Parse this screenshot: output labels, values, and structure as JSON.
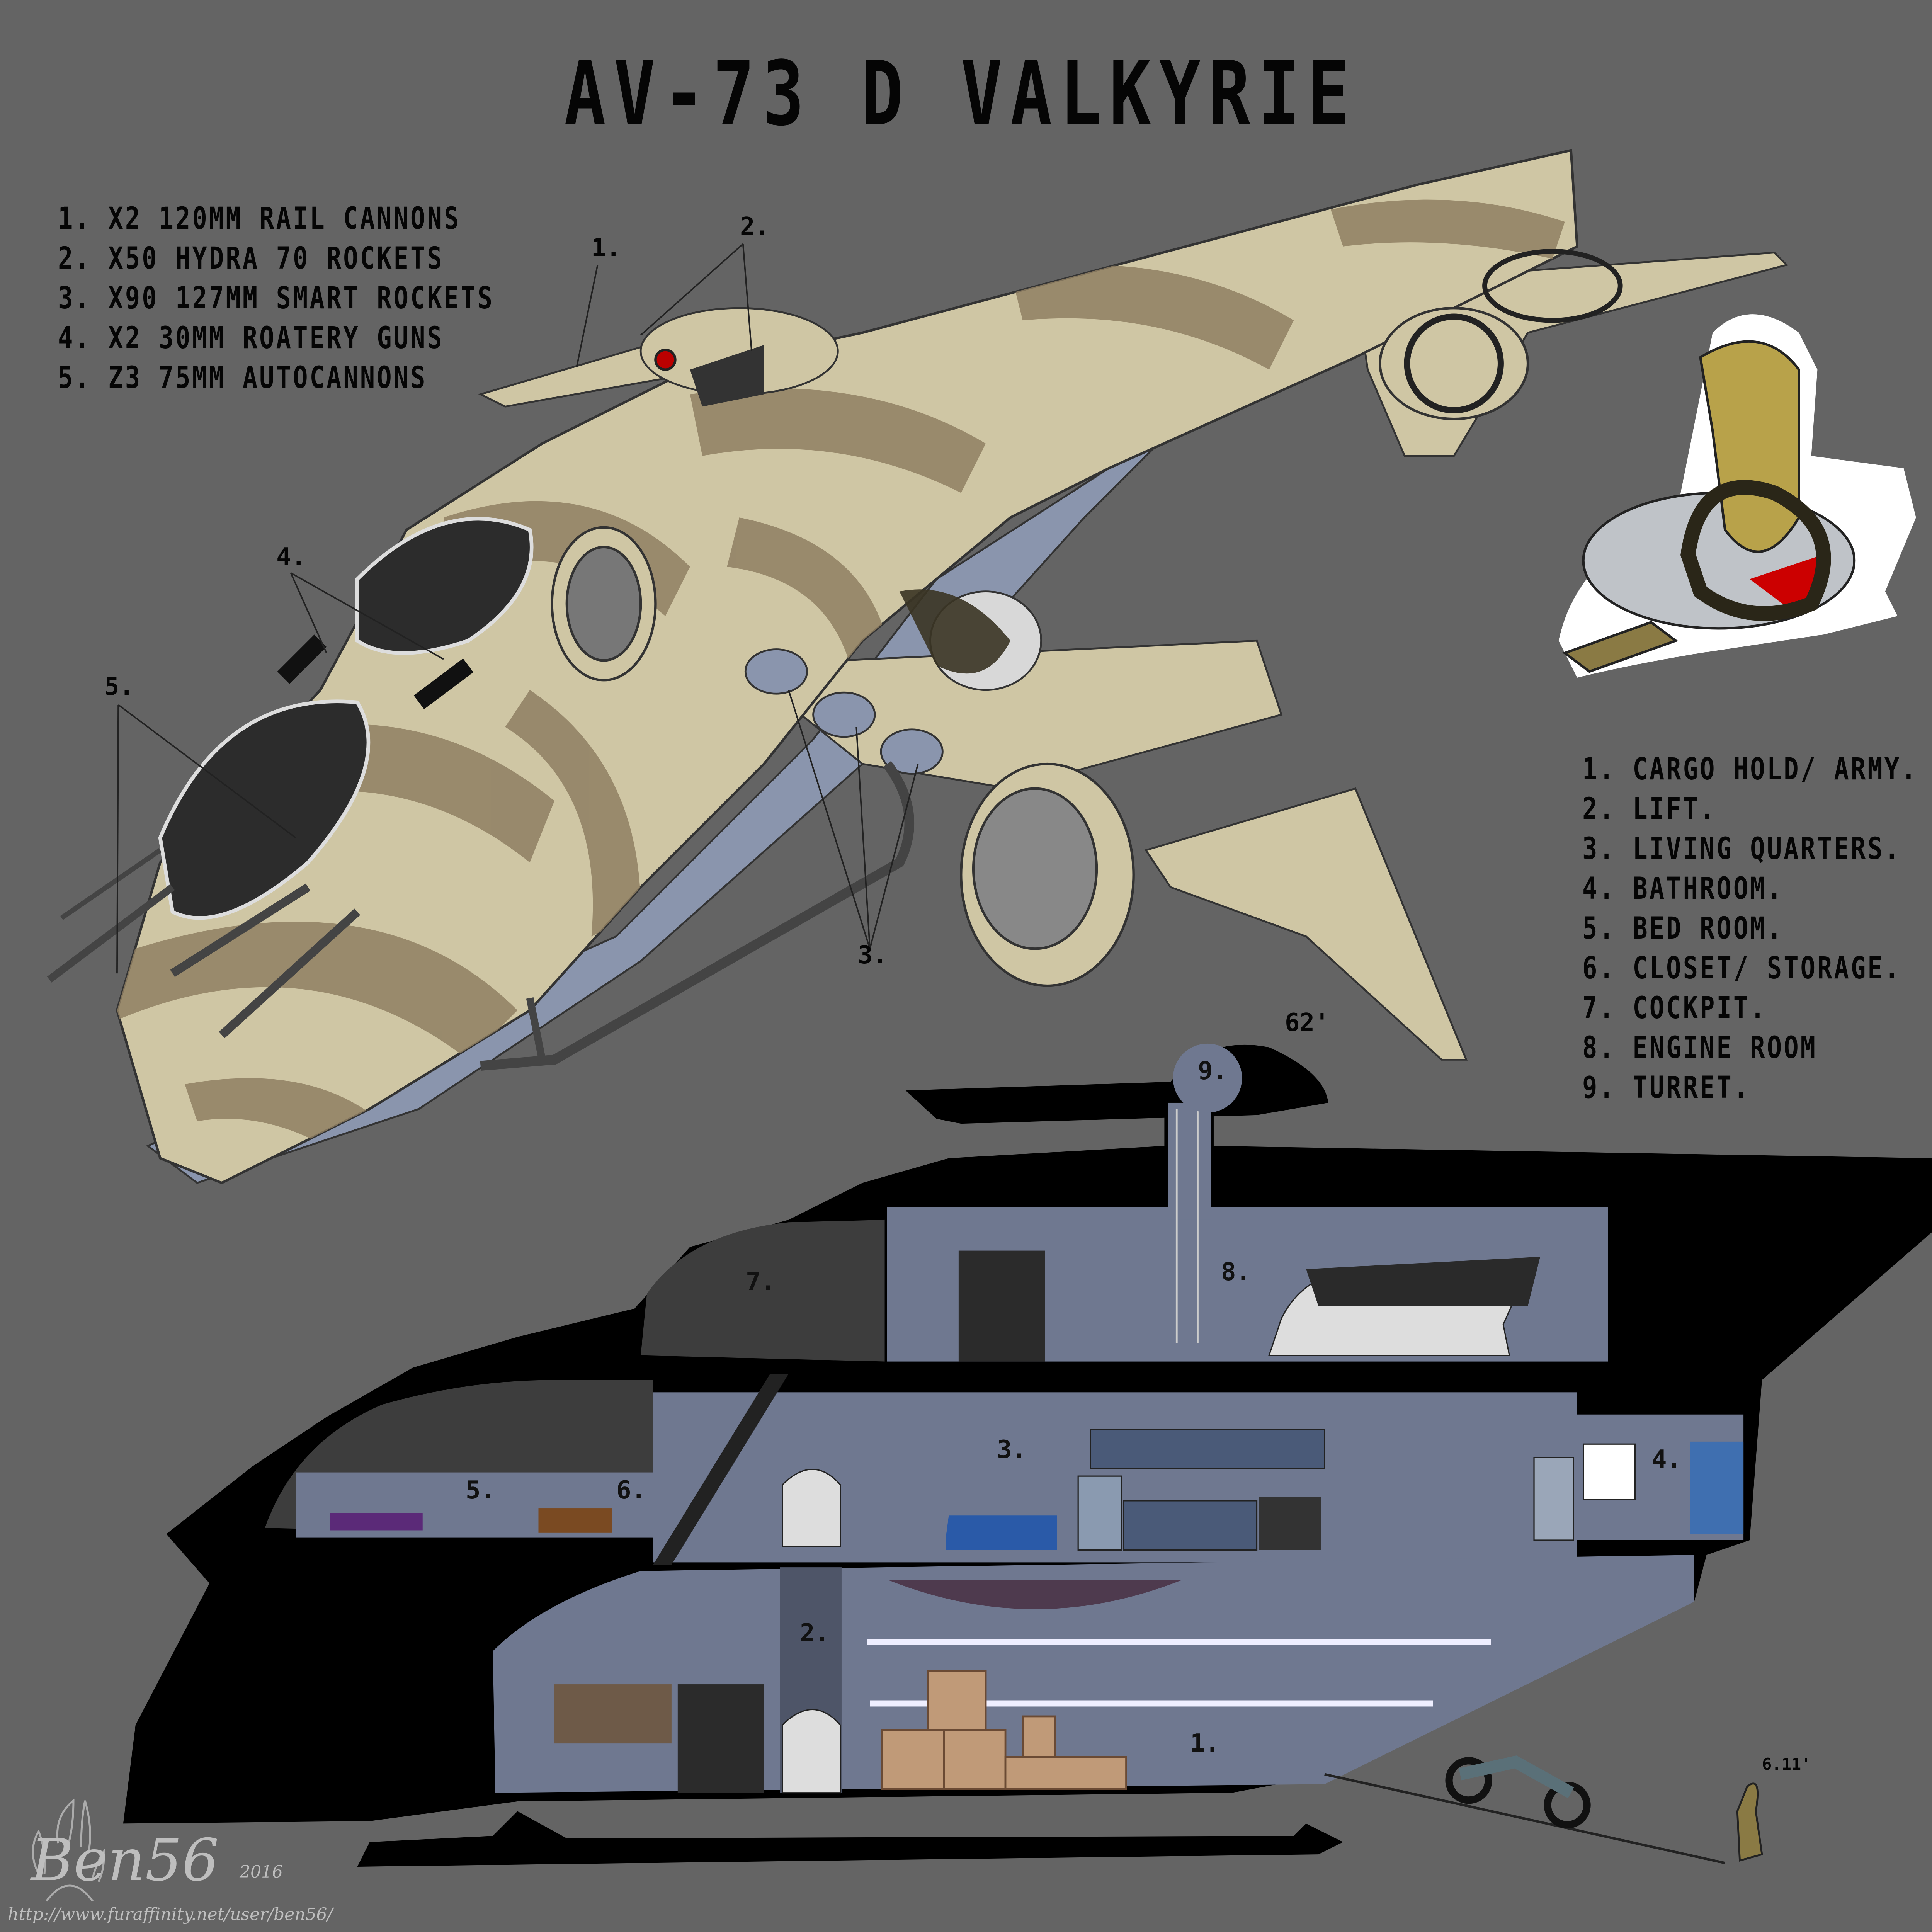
{
  "title": "AV-73 D VALKYRIE",
  "weapons": [
    "1. X2 120MM RAIL CANNONS",
    "2. X50 HYDRA 70 ROCKETS",
    "3. X90 127MM SMART ROCKETS",
    "4. X2 30MM ROATERY GUNS",
    "5. Z3 75MM AUTOCANNONS"
  ],
  "weapon_callouts": [
    "1.",
    "2.",
    "3.",
    "4.",
    "5."
  ],
  "compartments": [
    "1. CARGO HOLD/ ARMY.",
    "2. LIFT.",
    "3. LIVING QUARTERS.",
    "4. BATHROOM.",
    "5. BED ROOM.",
    "6. CLOSET/ STORAGE.",
    "7. COCKPIT.",
    "8. ENGINE ROOM",
    "9. TURRET."
  ],
  "room_labels": [
    "1.",
    "2.",
    "3.",
    "4.",
    "5.",
    "6.",
    "7.",
    "8.",
    "9."
  ],
  "dimensions": {
    "aircraft_height": "62'",
    "pilot_height": "6.11'"
  },
  "watermark": {
    "signature": "Ben56",
    "year": "2016",
    "url": "http://www.furaffinity.net/user/ben56/"
  },
  "colors": {
    "background": "#646464",
    "camo_light": "#cfc6a4",
    "camo_dark": "#8f7f63",
    "belly": "#8a95ad",
    "room": "#6f7890",
    "silhouette": "#000000"
  }
}
